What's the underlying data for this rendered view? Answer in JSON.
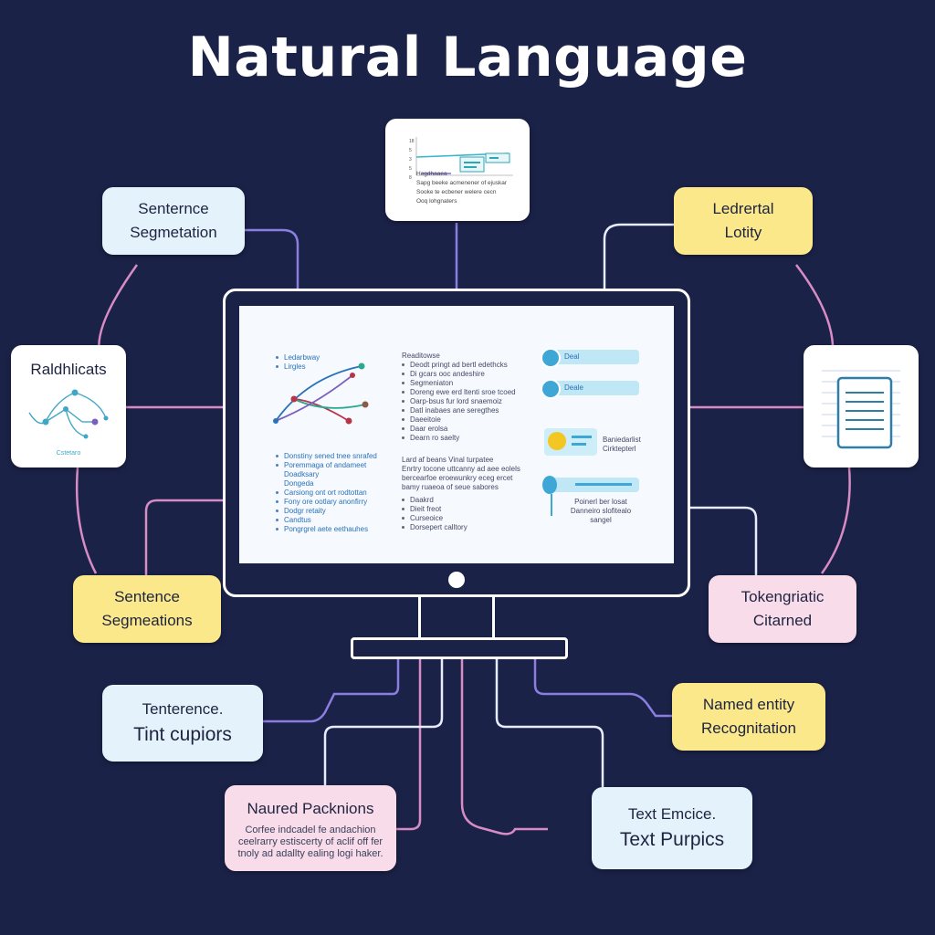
{
  "title": "Natural Language",
  "colors": {
    "background": "#1b2248",
    "card_blue": "#e4f2fc",
    "card_yellow": "#fbe88a",
    "card_pink": "#f9dcea",
    "wire_purple": "#8b7ee0",
    "wire_pink": "#d88cc4",
    "wire_white": "#e8ecff"
  },
  "cards": {
    "sentence_segmentation_top": {
      "line1": "Senternce",
      "line2": "Segmetation"
    },
    "ledertal_lotity": {
      "line1": "Ledrertal",
      "line2": "Lotity"
    },
    "raldhlicats": {
      "label": "Raldhlicats",
      "diagram_caption": "Cstetaro"
    },
    "sentence_segmeations": {
      "line1": "Sentence",
      "line2": "Segmeations"
    },
    "tokengriatic": {
      "line1": "Tokengriatic",
      "line2": "Citarned"
    },
    "tenterence": {
      "line1": "Tenterence.",
      "line2": "Tint cupiors"
    },
    "named_entity": {
      "line1": "Named entity",
      "line2": "Recognitation"
    },
    "naured_packnions": {
      "label": "Naured Packnions",
      "body": "Corfee indcadel fe andachion ceelrarry estiscerty of aclif off fer tnoly ad adallty ealing logi haker."
    },
    "text_emcice": {
      "line1": "Text Emcice.",
      "line2": "Text Purpics"
    },
    "chart_card": {
      "lines": [
        "Hegdhaaea",
        "Sapg beeke acmenener of ejuskar",
        "Sooke te ecbener welere cecn",
        "Ooq lohgnaters"
      ],
      "ticks": [
        "18",
        "5",
        "3",
        "5",
        "8"
      ]
    },
    "document_icon": "document-icon"
  },
  "screen": {
    "col1_top": [
      "Ledarbway",
      "Lirgles"
    ],
    "col1_bottom": [
      "Donstiny sened tnee snrafed",
      "Poremmaga of andameet",
      "Doadksary",
      "Dongeda",
      "Carsiong ont ort rodtottan",
      "Fony ore ootlary anonfirry",
      "Dodgr retaity",
      "Candtus",
      "Pongrgrel aete eethauhes"
    ],
    "col2_heading": "Readitowse",
    "col2_list": [
      "Deodt pringt ad bertl edethcks",
      "Di gcars ooc andeshire",
      "Segmeniaton",
      "Doreng ewe erd ltenti sroe tcoed",
      "Oarp-bsus fur lord snaemoiz",
      "Datl inabaes ane seregthes",
      "Daeeitoie",
      "Daar erolsa",
      "Dearn ro saelty"
    ],
    "col2_para": [
      "Lard af beans Vinal turpatee",
      "Enrtry tocone uttcanny ad aee eolels",
      "bercearfoe eroewunkry eceg ercet",
      "bamy ruaeoa of seue sabores"
    ],
    "col2_list2": [
      "Daakrd",
      "Dieit freot",
      "Curseoice",
      "Dorsepert calltory"
    ],
    "col3": {
      "chip1": "Deal",
      "chip2": "Deale",
      "stat1": "Baniedarlist Cirktepterl",
      "stat2": "Poinerl ber losat Danneiro slofitealo sangel"
    }
  }
}
